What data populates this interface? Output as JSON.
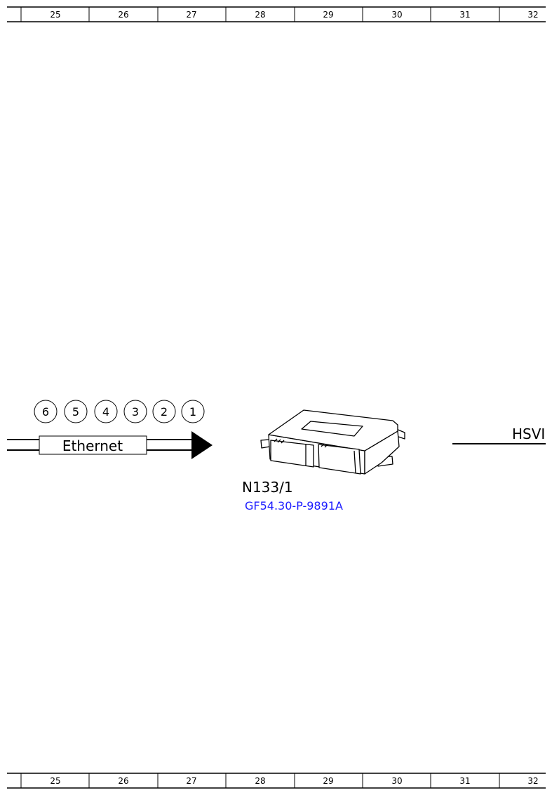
{
  "ruler": {
    "columns": [
      "25",
      "26",
      "27",
      "28",
      "29",
      "30",
      "31",
      "32"
    ]
  },
  "connector_pins": [
    "6",
    "5",
    "4",
    "3",
    "2",
    "1"
  ],
  "bus": {
    "label": "Ethernet"
  },
  "component": {
    "id": "N133/1",
    "doc_ref": "GF54.30-P-9891A"
  },
  "right_line": {
    "label": "HSVI"
  },
  "colors": {
    "link": "#1a1aff",
    "line": "#000000"
  }
}
